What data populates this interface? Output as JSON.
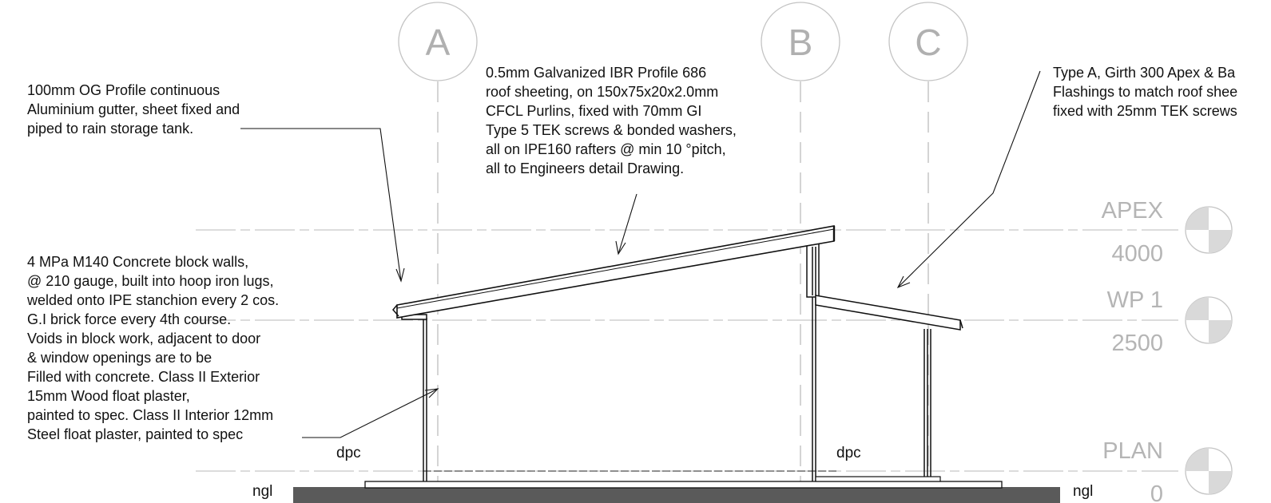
{
  "grids": [
    {
      "id": "A",
      "label": "A"
    },
    {
      "id": "B",
      "label": "B"
    },
    {
      "id": "C",
      "label": "C"
    }
  ],
  "levels": [
    {
      "id": "apex",
      "name": "APEX",
      "value": "4000"
    },
    {
      "id": "wp1",
      "name": "WP 1",
      "value": "2500"
    },
    {
      "id": "plan",
      "name": "PLAN",
      "value": "0"
    }
  ],
  "labels": {
    "dpc_left": "dpc",
    "dpc_right": "dpc",
    "ngl_left": "ngl",
    "ngl_right": "ngl"
  },
  "notes": {
    "gutter": [
      "100mm OG Profile continuous",
      "Aluminium gutter, sheet fixed and",
      "piped to rain storage tank."
    ],
    "roof": [
      "0.5mm Galvanized IBR Profile 686",
      "roof sheeting, on 150x75x20x2.0mm",
      "CFCL Purlins, fixed with 70mm GI",
      "Type 5 TEK screws & bonded washers,",
      "all on IPE160 rafters @ min 10 °pitch,",
      "all to Engineers detail Drawing."
    ],
    "flashing": [
      "Type A, Girth 300 Apex & Ba",
      "Flashings to match roof shee",
      "fixed with 25mm TEK screws"
    ],
    "walls": [
      "4 MPa M140 Concrete block walls,",
      "@ 210 gauge, built into hoop iron lugs,",
      "welded onto IPE stanchion every 2 cos.",
      "G.I brick force every 4th course.",
      "Voids in block work, adjacent to door",
      "& window openings are to be",
      "Filled with concrete. Class II Exterior",
      "15mm Wood float plaster,",
      "painted to spec. Class II Interior 12mm",
      "Steel float plaster, painted to spec"
    ]
  },
  "colors": {
    "line": "#111111",
    "grid_line": "#bdbdbd",
    "ground": "#5a5a5a",
    "marker_fill": "#d9d9d9"
  }
}
